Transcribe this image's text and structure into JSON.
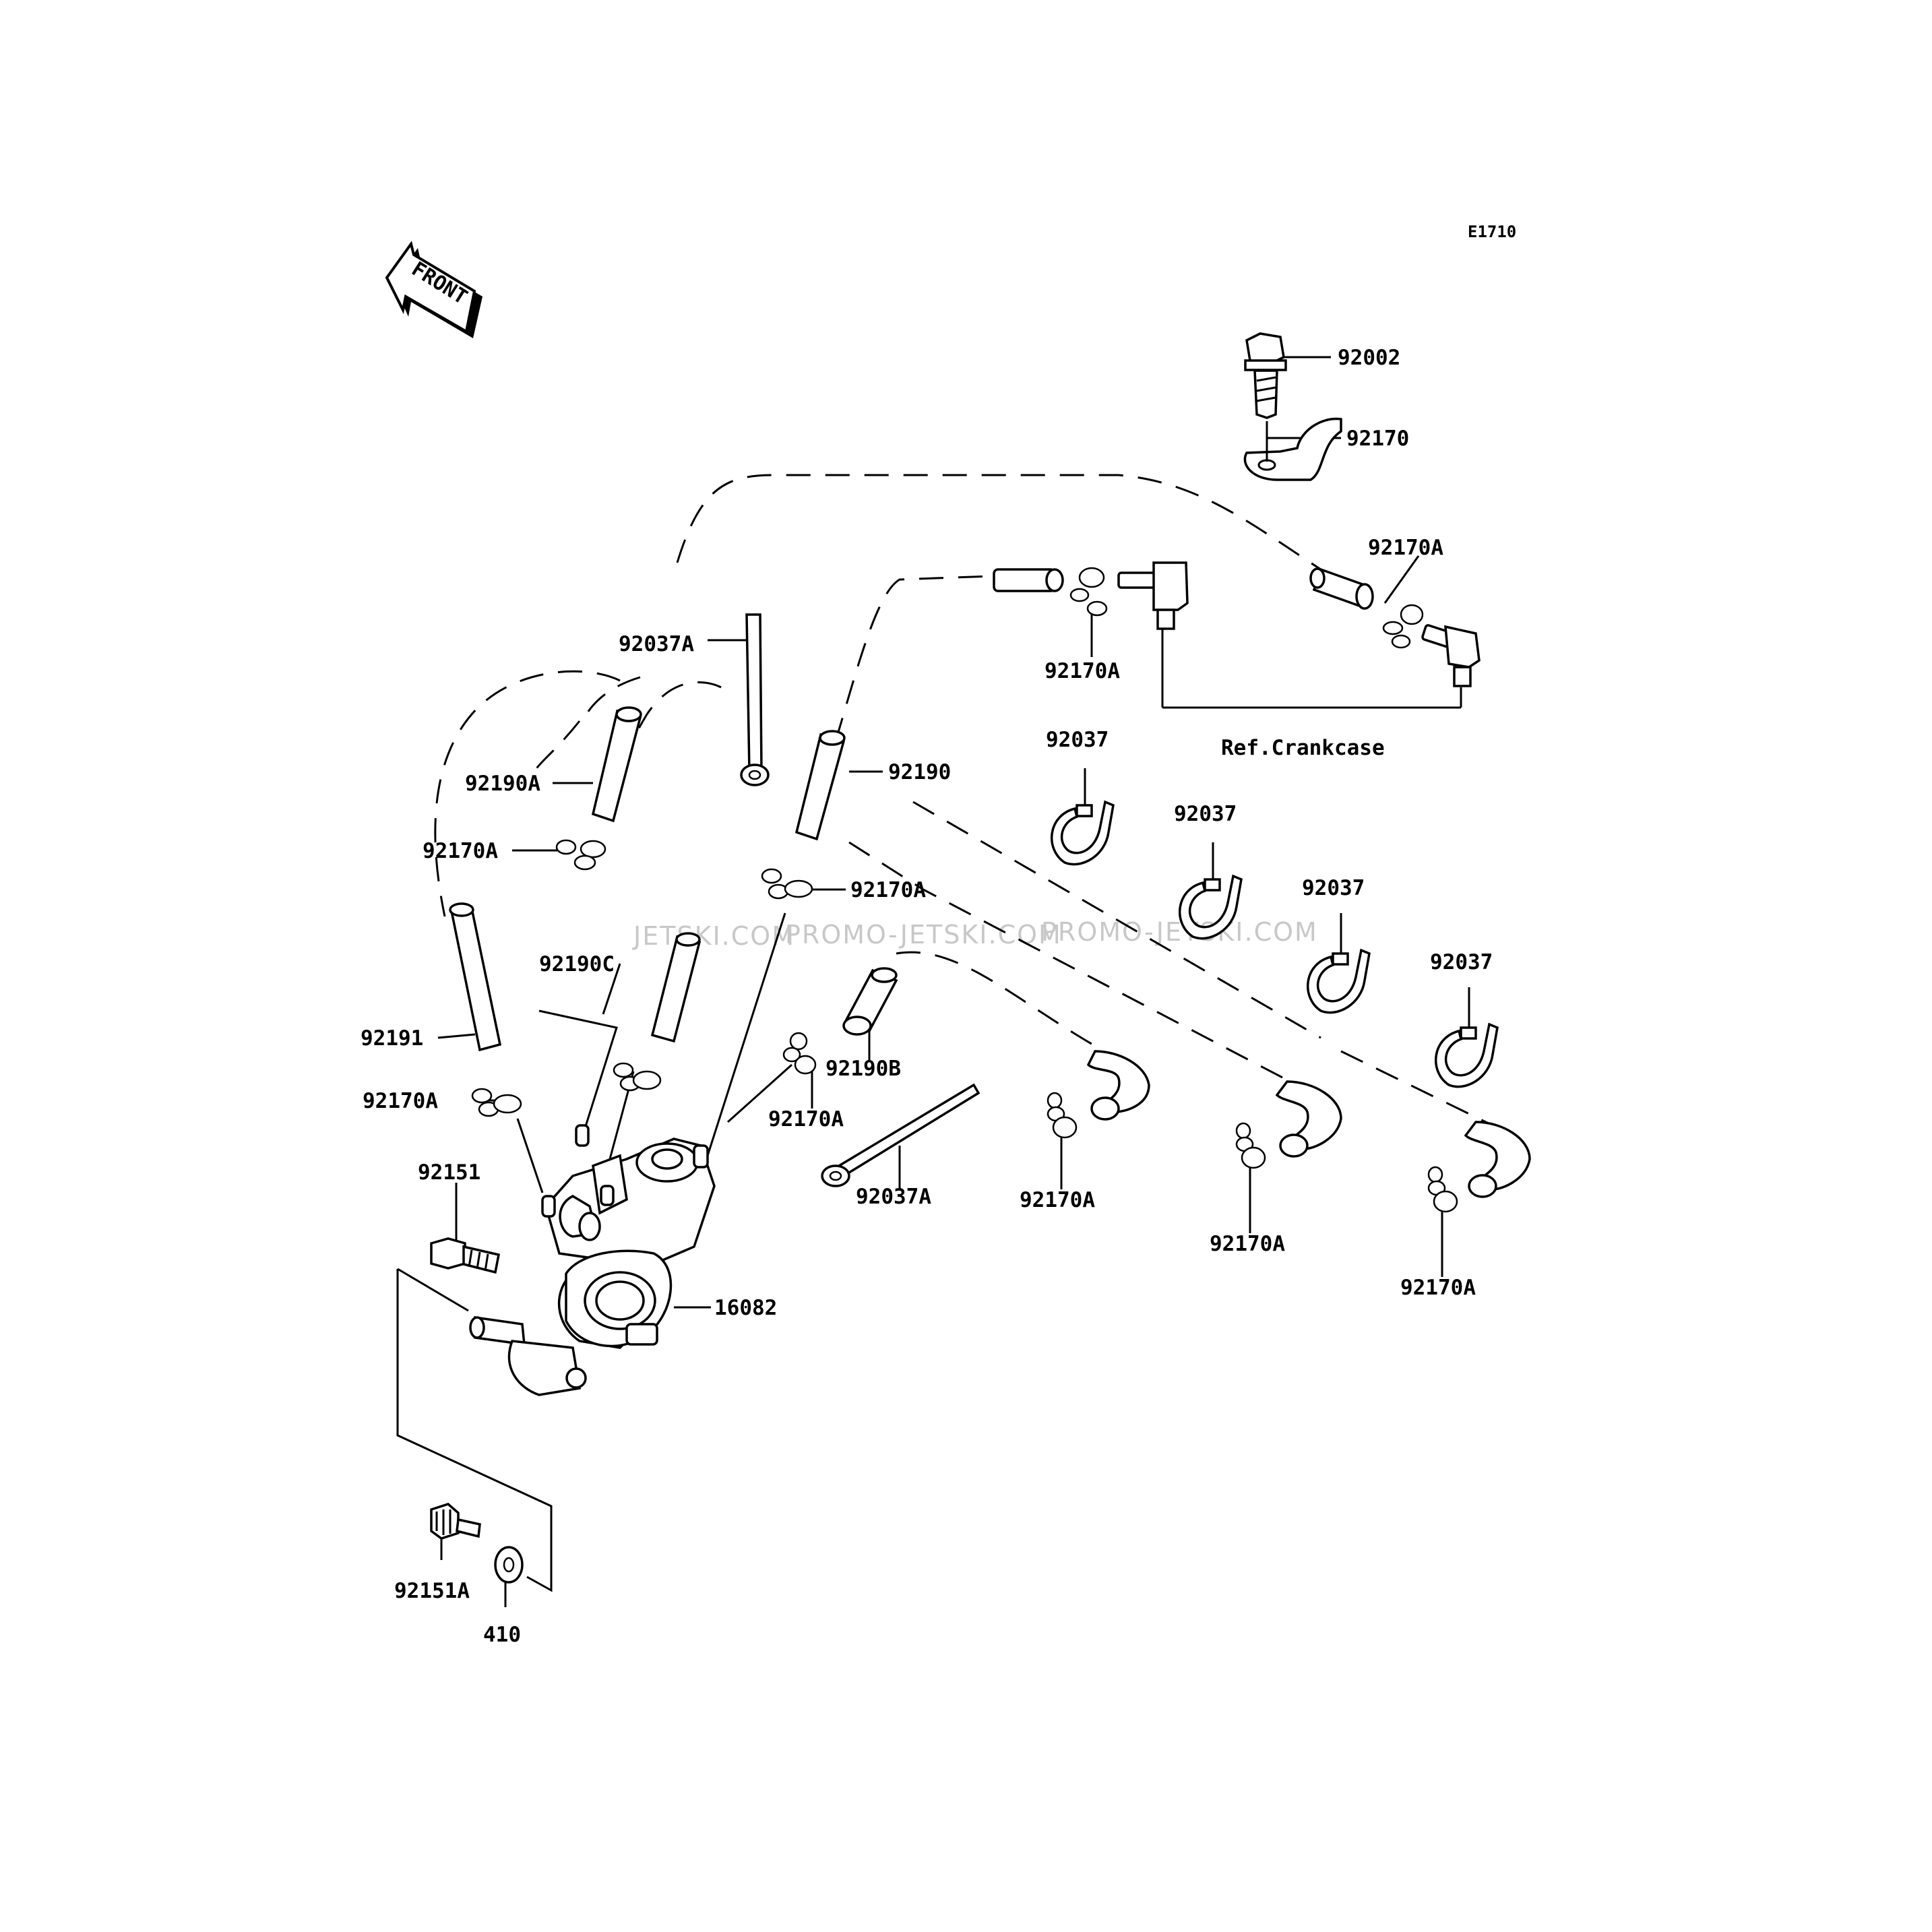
{
  "diagram_code": "E1710",
  "front_label": "FRONT",
  "watermark": {
    "left": "JETSKI.COM",
    "mid": "PROMO-JETSKI.COM",
    "right": "PROMO-JETSKI.COM"
  },
  "ref_label": "Ref.Crankcase",
  "labels": {
    "p92002": "92002",
    "p92170": "92170",
    "p92170A_top": "92170A",
    "p92170A_fitting": "92170A",
    "p92037A_upper": "92037A",
    "p92190A": "92190A",
    "p92190": "92190",
    "p92170A_left": "92170A",
    "p92170A_mid": "92170A",
    "p92190C": "92190C",
    "p92191": "92191",
    "p92170A_lower_left": "92170A",
    "p92190B": "92190B",
    "p92170A_center": "92170A",
    "p92151": "92151",
    "p92037A_lower": "92037A",
    "p16082": "16082",
    "p92170A_hose1": "92170A",
    "p92170A_hose2": "92170A",
    "p92170A_hose3": "92170A",
    "p92037_1": "92037",
    "p92037_2": "92037",
    "p92037_3": "92037",
    "p92037_4": "92037",
    "p92151A": "92151A",
    "p410": "410"
  }
}
